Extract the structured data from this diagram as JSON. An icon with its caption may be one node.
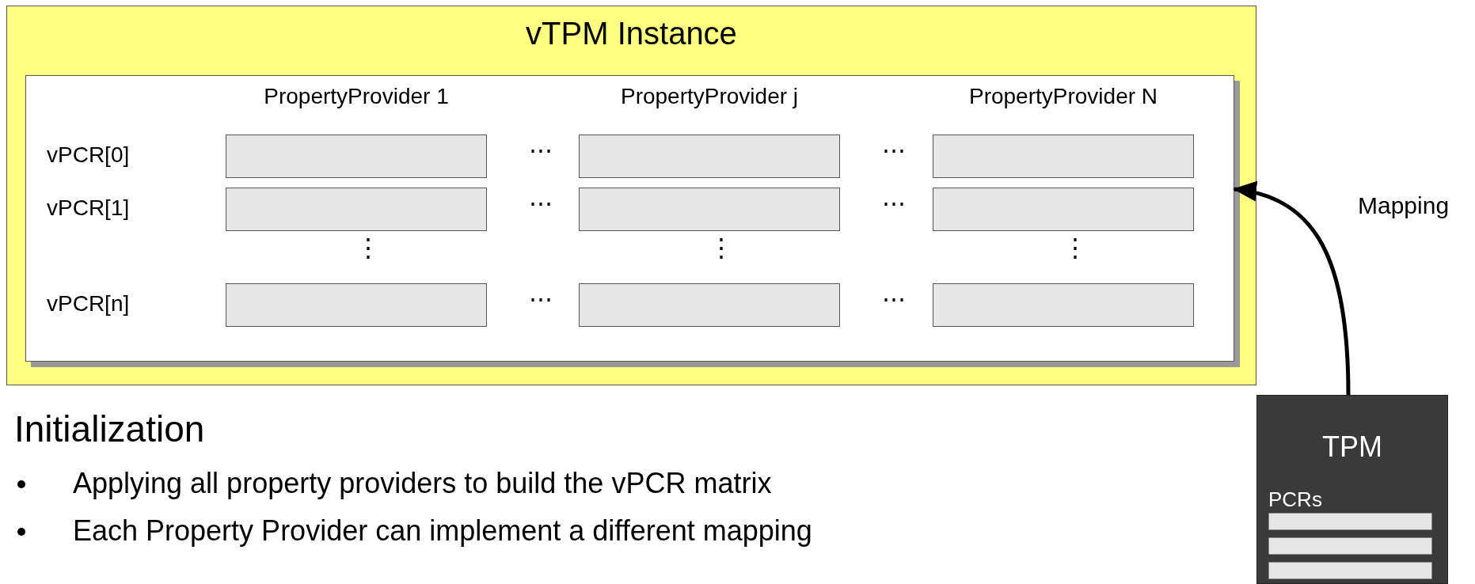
{
  "diagram": {
    "nodes": [
      {
        "text": [
          "vTPM Instance"
        ]
      },
      {
        "text": [],
        "shape": "box",
        "in": 0
      },
      {
        "text": [],
        "shape": "box",
        "in": 1
      },
      {
        "text": [],
        "shape": "box",
        "in": 1
      },
      {
        "text": [],
        "shape": "box",
        "in": 1
      },
      {
        "text": [],
        "shape": "box",
        "in": 1
      },
      {
        "text": [],
        "shape": "box",
        "in": 1
      },
      {
        "text": [],
        "shape": "box",
        "in": 1
      },
      {
        "text": [],
        "shape": "box",
        "in": 1
      },
      {
        "text": [],
        "shape": "box",
        "in": 1
      },
      {
        "text": [],
        "shape": "box",
        "in": 1
      },
      {
        "text": [
          "TPM",
          "PCRs"
        ]
      },
      {
        "text": [],
        "shape": "bar",
        "in": 11
      },
      {
        "text": [],
        "shape": "bar",
        "in": 11
      },
      {
        "text": [],
        "shape": "bar",
        "in": 11
      }
    ],
    "edges": [
      {
        "from": 11,
        "to": 1,
        "arrow": "to",
        "label": "Mapping"
      }
    ],
    "labels": [
      "PropertyProvider 1",
      "PropertyProvider j",
      "PropertyProvider N",
      "vPCR[0]",
      "⋯",
      "⋯",
      "vPCR[1]",
      "⋯",
      "⋯",
      "⋮",
      "⋮",
      "⋮",
      "vPCR[n]",
      "⋯",
      "⋯",
      "Initialization",
      "Applying all property providers to build the vPCR matrix",
      "Each Property Provider can implement a different mapping"
    ]
  }
}
